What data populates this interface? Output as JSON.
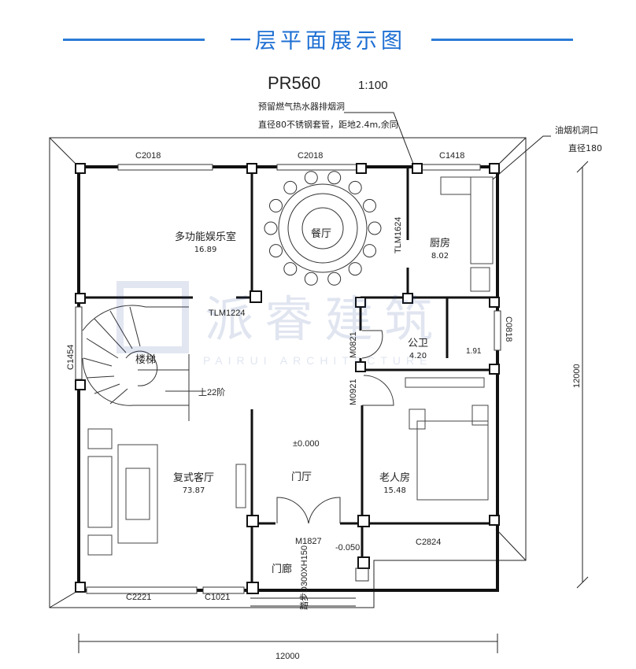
{
  "header": {
    "title": "一层平面展示图"
  },
  "plan": {
    "code": "PR560",
    "scale": "1:100"
  },
  "notes": {
    "gas_line1": "预留燃气热水器排烟洞",
    "gas_line2": "直径80不锈钢套管，距地2.4m,余同",
    "hood_line1": "油烟机洞口",
    "hood_line2": "直径180"
  },
  "rooms": {
    "entertainment": {
      "name": "多功能娱乐室",
      "area": "16.89"
    },
    "dining": {
      "name": "餐厅",
      "area": ""
    },
    "kitchen": {
      "name": "厨房",
      "area": "8.02"
    },
    "stairs": {
      "name": "楼梯"
    },
    "bath": {
      "name": "公卫",
      "area": "4.20"
    },
    "bath2": {
      "area": "1.91"
    },
    "living": {
      "name": "复式客厅",
      "area": "73.87"
    },
    "foyer": {
      "name": "门厅",
      "level": "±0.000"
    },
    "elder": {
      "name": "老人房",
      "area": "15.48"
    },
    "porch": {
      "name": "门廊",
      "level": "-0.050"
    }
  },
  "labels": {
    "c2018a": "C2018",
    "c2018b": "C2018",
    "c1418": "C1418",
    "c1454": "C1454",
    "c0818": "C0818",
    "tlm1224": "TLM1224",
    "tlm1624": "TLM1624",
    "m0821": "M0821",
    "m0921": "M0921",
    "m1827": "M1827",
    "c2824": "C2824",
    "c2221": "C2221",
    "c1021": "C1021",
    "stairs_up": "上22阶",
    "step": "踏步D300XH150"
  },
  "dimensions": {
    "width": "12000",
    "height": "12000"
  },
  "watermark": {
    "cn": "派睿建筑",
    "en": "PAIRUI ARCHITECTURE"
  }
}
